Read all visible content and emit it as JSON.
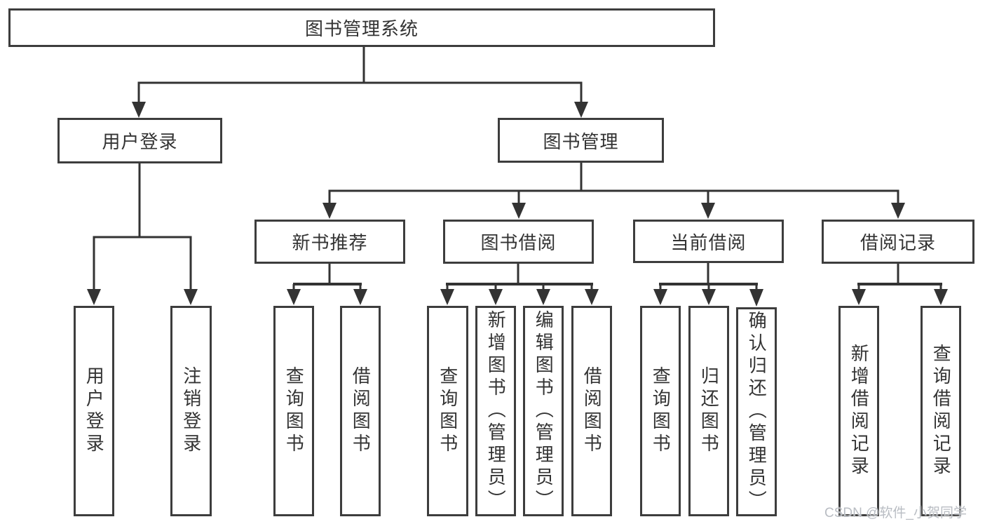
{
  "diagram": {
    "title": "图书管理系统",
    "root": {
      "label": "图书管理系统"
    },
    "level2": [
      {
        "id": "user-login",
        "label": "用户登录"
      },
      {
        "id": "book-management",
        "label": "图书管理"
      }
    ],
    "level3": [
      {
        "id": "new-book-recommend",
        "label": "新书推荐"
      },
      {
        "id": "book-borrow",
        "label": "图书借阅"
      },
      {
        "id": "current-borrow",
        "label": "当前借阅"
      },
      {
        "id": "borrow-record",
        "label": "借阅记录"
      }
    ],
    "leaves": {
      "user_login": [
        "用户登录",
        "注销登录"
      ],
      "new_book": [
        "查询图书",
        "借阅图书"
      ],
      "book_borrow": [
        "查询图书",
        "新增图书（管理员）",
        "编辑图书（管理员）",
        "借阅图书"
      ],
      "current_borrow": [
        "查询图书",
        "归还图书",
        "确认归还（管理员）"
      ],
      "borrow_record": [
        "新增借阅记录",
        "查询借阅记录"
      ]
    }
  },
  "watermark": "CSDN @软件_小贺同学",
  "colors": {
    "line": "#333333",
    "border": "#3d3d3d",
    "text": "#333333",
    "watermark": "#b9bdc3",
    "background": "#ffffff"
  }
}
